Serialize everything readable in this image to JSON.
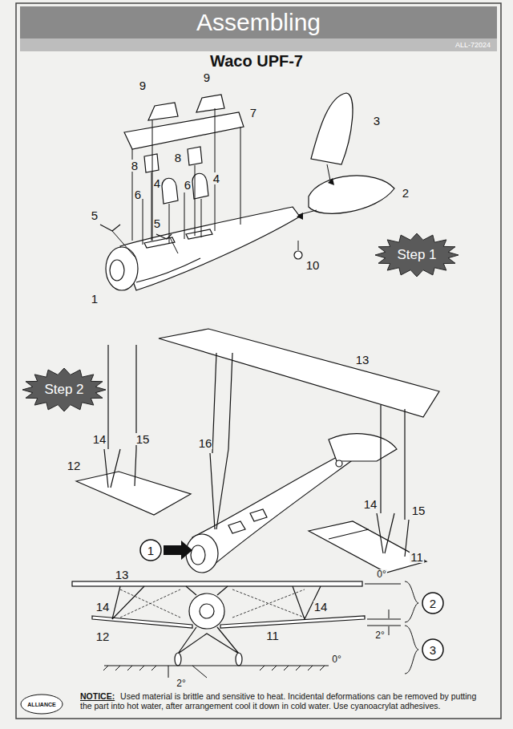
{
  "diagram": {
    "title": "Assembling",
    "nodes": [
      {
        "text": [
          "Step 1"
        ]
      },
      {
        "text": [
          "Step 2"
        ]
      },
      {
        "text": [
          "1"
        ]
      },
      {
        "text": [
          "2"
        ]
      },
      {
        "text": [
          "3"
        ]
      }
    ],
    "edges": [],
    "labels": [
      "Waco UPF-7",
      "ALL-72024",
      "9",
      "9",
      "7",
      "3",
      "8",
      "8",
      "4",
      "6",
      "6",
      "4",
      "2",
      "5",
      "5",
      "1",
      "10",
      "13",
      "14",
      "15",
      "12",
      "16",
      "14",
      "15",
      "11",
      "13",
      "14",
      "14",
      "12",
      "11",
      "0°",
      "2°",
      "2°",
      "0°",
      "ALLIANCE",
      "NOTICE:",
      "Used material is brittle and sensitive to heat. Incidental deformations can be removed by putting the part into hot water, after arrangement cool it down in cold water. Use cyanoacrylat adhesives."
    ]
  }
}
